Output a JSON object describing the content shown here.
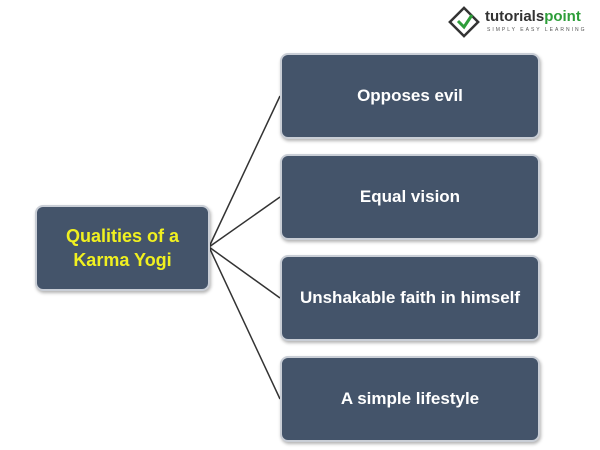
{
  "logo": {
    "name_part1": "tutorials",
    "name_part2": "point",
    "tagline": "SIMPLY EASY LEARNING"
  },
  "root": {
    "line1": "Qualities of a",
    "line2": "Karma Yogi"
  },
  "children": [
    "Opposes evil",
    "Equal vision",
    "Unshakable faith in himself",
    "A simple lifestyle"
  ],
  "colors": {
    "box": "#44546a",
    "root_text": "#f0f020",
    "child_text": "#ffffff"
  }
}
